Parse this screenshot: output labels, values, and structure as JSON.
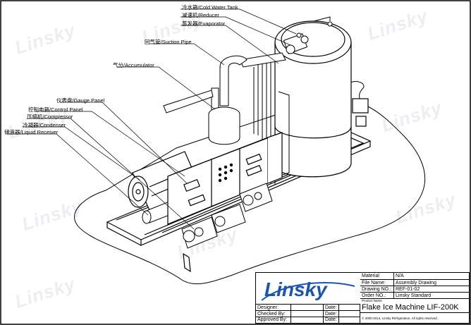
{
  "labels": {
    "cold_water_tank": "冷水箱/Cold Water Tank",
    "reducer": "减速机/Reducer",
    "evaporator": "蒸发器/Evaporator",
    "suction_pipe": "回气管/Suction Pipe",
    "accumulator": "气分/Accumulator",
    "gauge_panel": "仪表盘/Gauge Panel",
    "control_panel": "控制电箱/Control Panel",
    "compressor": "压缩机/Compressor",
    "condenser": "冷凝器/Condenser",
    "liquid_receiver": "储液器/Liquid Receiver"
  },
  "watermark_text": "Linsky",
  "titleblock": {
    "logo_text": "Linsky",
    "material_label": "Material",
    "material_value": "N/A",
    "file_name_label": "File Name:",
    "file_name_value": "Assembly Drawing",
    "drawing_no_label": "Drawing NO.:",
    "drawing_no_value": "REF-01-02",
    "order_no_label": "Order NO.:",
    "order_no_value": "Linsky Standard",
    "designer_label": "Designer:",
    "checked_label": "Checked By:",
    "approved_label": "Approved By:",
    "date_label": "Date:",
    "product_name_label": "Product Name",
    "product_name_value": "Flake Ice Machine LIF-200K",
    "copyright": "2000-2014, Linsky Refrigeration. All rights reserved."
  }
}
